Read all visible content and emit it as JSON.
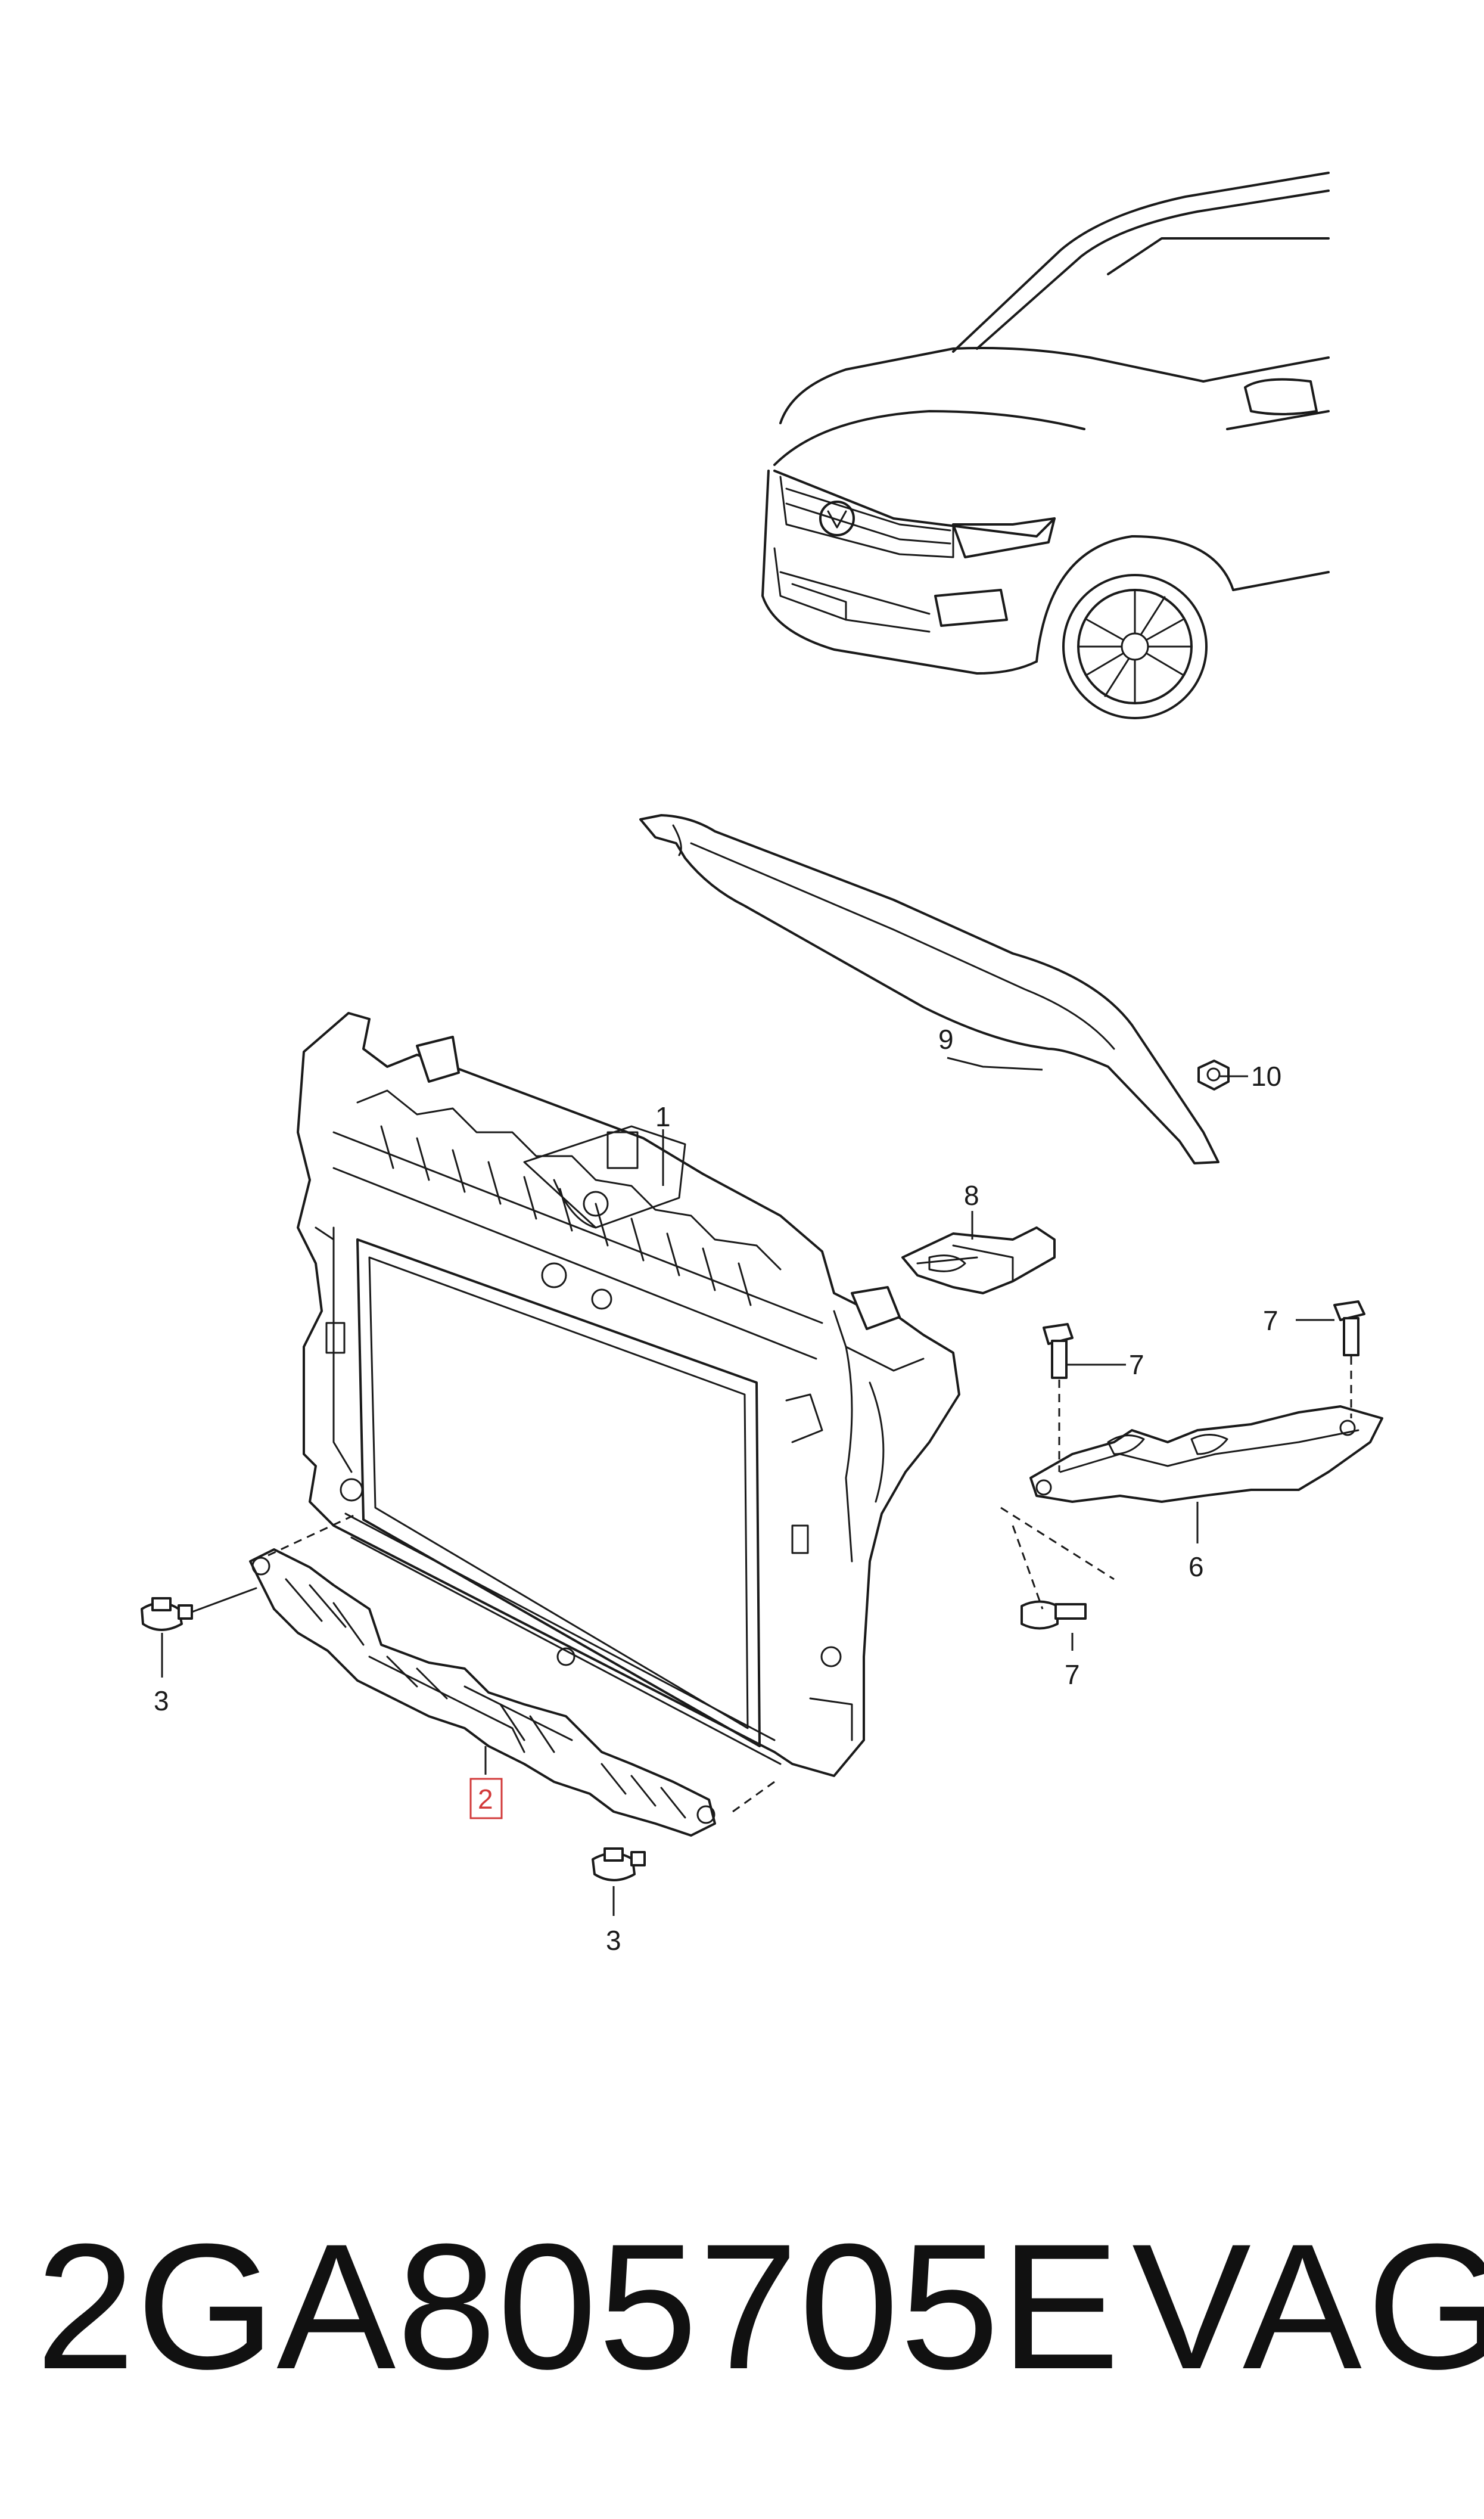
{
  "callouts": {
    "c1": "1",
    "c2": "2",
    "c3a": "3",
    "c3b": "3",
    "c6": "6",
    "c7a": "7",
    "c7b": "7",
    "c7c": "7",
    "c8": "8",
    "c9": "9",
    "c10": "10"
  },
  "highlighted_part": "2",
  "colors": {
    "line": "#1a1a1a",
    "highlight": "#d23a3a"
  },
  "footer": {
    "part_number": "2GA805705E",
    "brand": "VAG"
  }
}
